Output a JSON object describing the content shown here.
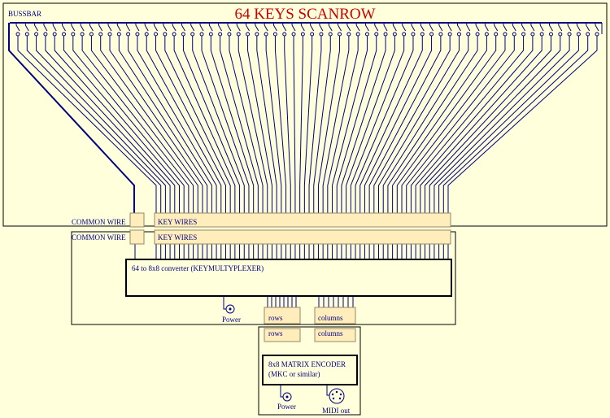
{
  "title": "64 KEYS SCANROW",
  "labels": {
    "bussbar": "BUSSBAR",
    "common_wire_1": "COMMON WIRE",
    "key_wires_1": "KEY WIRES",
    "common_wire_2": "COMMON WIRE",
    "key_wires_2": "KEY WIRES",
    "converter": "64 to 8x8 converter (KEYMULTYPLEXER)",
    "power_1": "Power",
    "rows_1": "rows",
    "columns_1": "columns",
    "rows_2": "rows",
    "columns_2": "columns",
    "encoder_line1": "8x8 MATRIX ENCODER",
    "encoder_line2": "(MKC or similar)",
    "power_2": "Power",
    "midi_out": "MIDI out"
  },
  "key_count": 64,
  "bus_width": 8,
  "colors": {
    "background": "#ffffdb",
    "wire": "#000080",
    "title": "#cc0000",
    "text": "#000080",
    "connector_fill": "#ffeebb",
    "box_border": "#000000"
  }
}
